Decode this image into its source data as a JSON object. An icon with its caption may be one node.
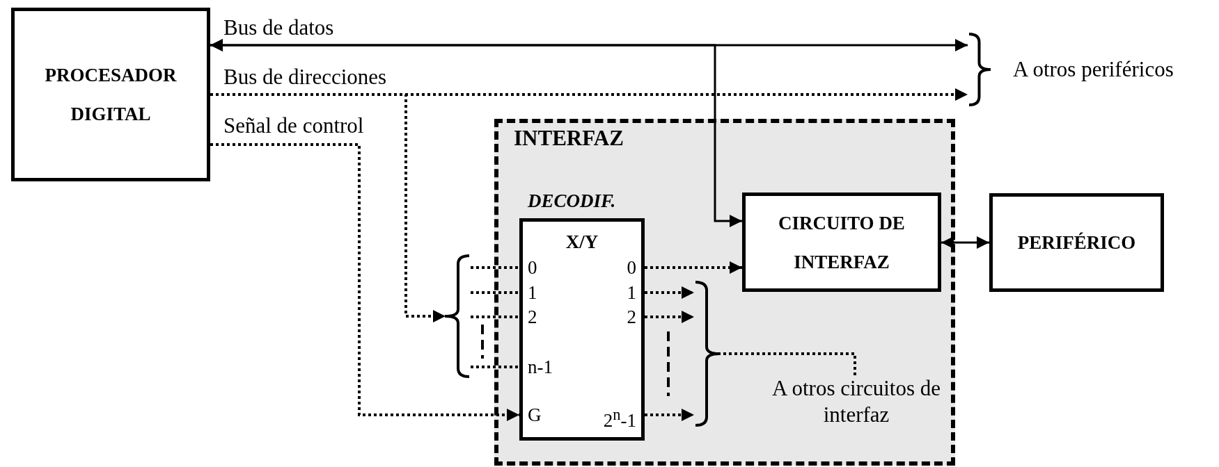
{
  "diagram": {
    "nodes": [
      {
        "text": [
          "PROCESADOR DIGITAL"
        ]
      },
      {
        "text": [
          "INTERFAZ"
        ]
      },
      {
        "text": [
          "DECODIF.",
          "X/Y"
        ],
        "in": 1
      },
      {
        "text": [
          "CIRCUITO DE INTERFAZ"
        ],
        "in": 1
      },
      {
        "text": [
          "PERIFÉRICO"
        ]
      },
      {
        "text": [],
        "shape": "brace"
      },
      {
        "text": [],
        "shape": "brace"
      },
      {
        "text": [],
        "shape": "brace",
        "in": 1
      },
      {
        "text": [
          "A otros circuitos de interfaz"
        ],
        "in": 1
      }
    ],
    "edges": [
      {
        "from": 0,
        "to": 5,
        "arrow": "both",
        "label": "Bus de datos"
      },
      {
        "from": 0,
        "to": 3,
        "arrow": "both"
      },
      {
        "from": 0,
        "to": 5,
        "arrow": "to",
        "style": "dashed",
        "label": "Bus de direcciones"
      },
      {
        "from": 0,
        "to": 6,
        "arrow": "to",
        "style": "dashed"
      },
      {
        "from": 0,
        "to": 2,
        "arrow": "to",
        "style": "dashed",
        "label": "Señal de control"
      },
      {
        "from": 6,
        "to": 2,
        "arrow": "none",
        "style": "dashed"
      },
      {
        "from": 6,
        "to": 2,
        "arrow": "none",
        "style": "dashed"
      },
      {
        "from": 6,
        "to": 2,
        "arrow": "none",
        "style": "dashed"
      },
      {
        "from": 6,
        "to": 2,
        "arrow": "none",
        "style": "dashed"
      },
      {
        "from": 2,
        "to": 3,
        "arrow": "to",
        "style": "dashed"
      },
      {
        "from": 2,
        "to": 7,
        "arrow": "to",
        "style": "dashed"
      },
      {
        "from": 2,
        "to": 7,
        "arrow": "to",
        "style": "dashed"
      },
      {
        "from": 2,
        "to": 7,
        "arrow": "to",
        "style": "dashed"
      },
      {
        "from": 8,
        "to": 7,
        "arrow": "none",
        "style": "dashed"
      },
      {
        "from": 3,
        "to": 4,
        "arrow": "both"
      }
    ],
    "labels": [
      "A otros periféricos",
      "0",
      "1",
      "2",
      "n-1",
      "G",
      "0",
      "1",
      "2",
      "2$^{n}$-1"
    ]
  }
}
